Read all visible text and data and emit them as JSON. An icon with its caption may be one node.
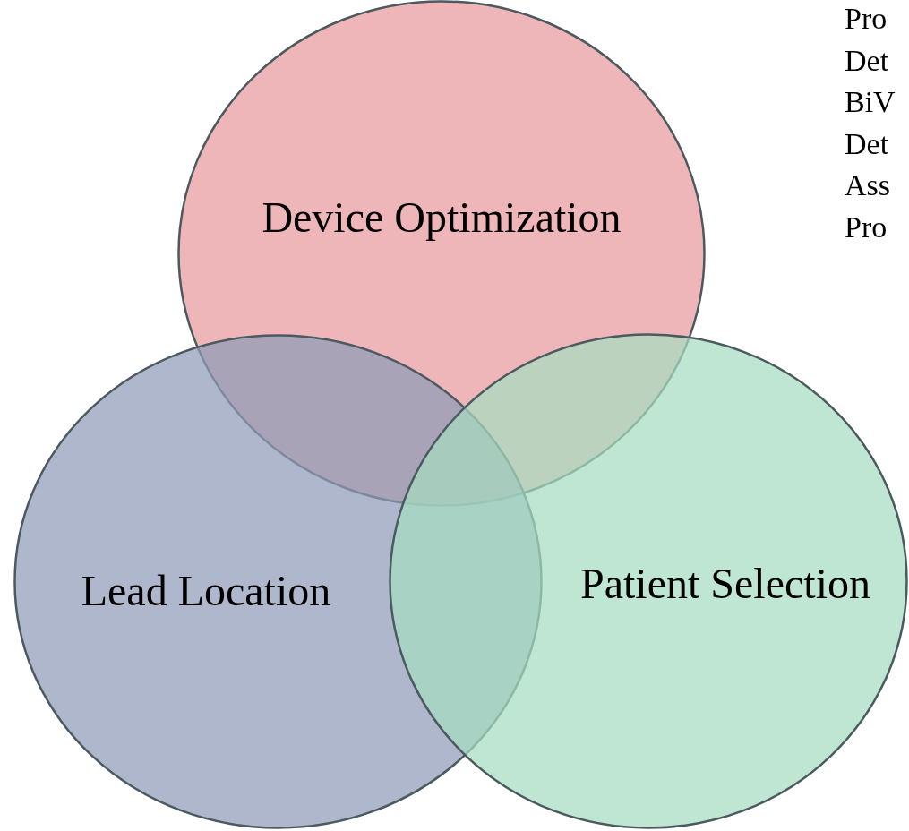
{
  "diagram": {
    "nodes": [
      {
        "text": [
          "Device Optimization"
        ]
      },
      {
        "text": [
          "Lead Location"
        ]
      },
      {
        "text": [
          "Patient Selection"
        ]
      }
    ],
    "labels": [
      "Pro",
      "Det",
      "BiV",
      "Det",
      "Ass",
      "Pro"
    ]
  }
}
